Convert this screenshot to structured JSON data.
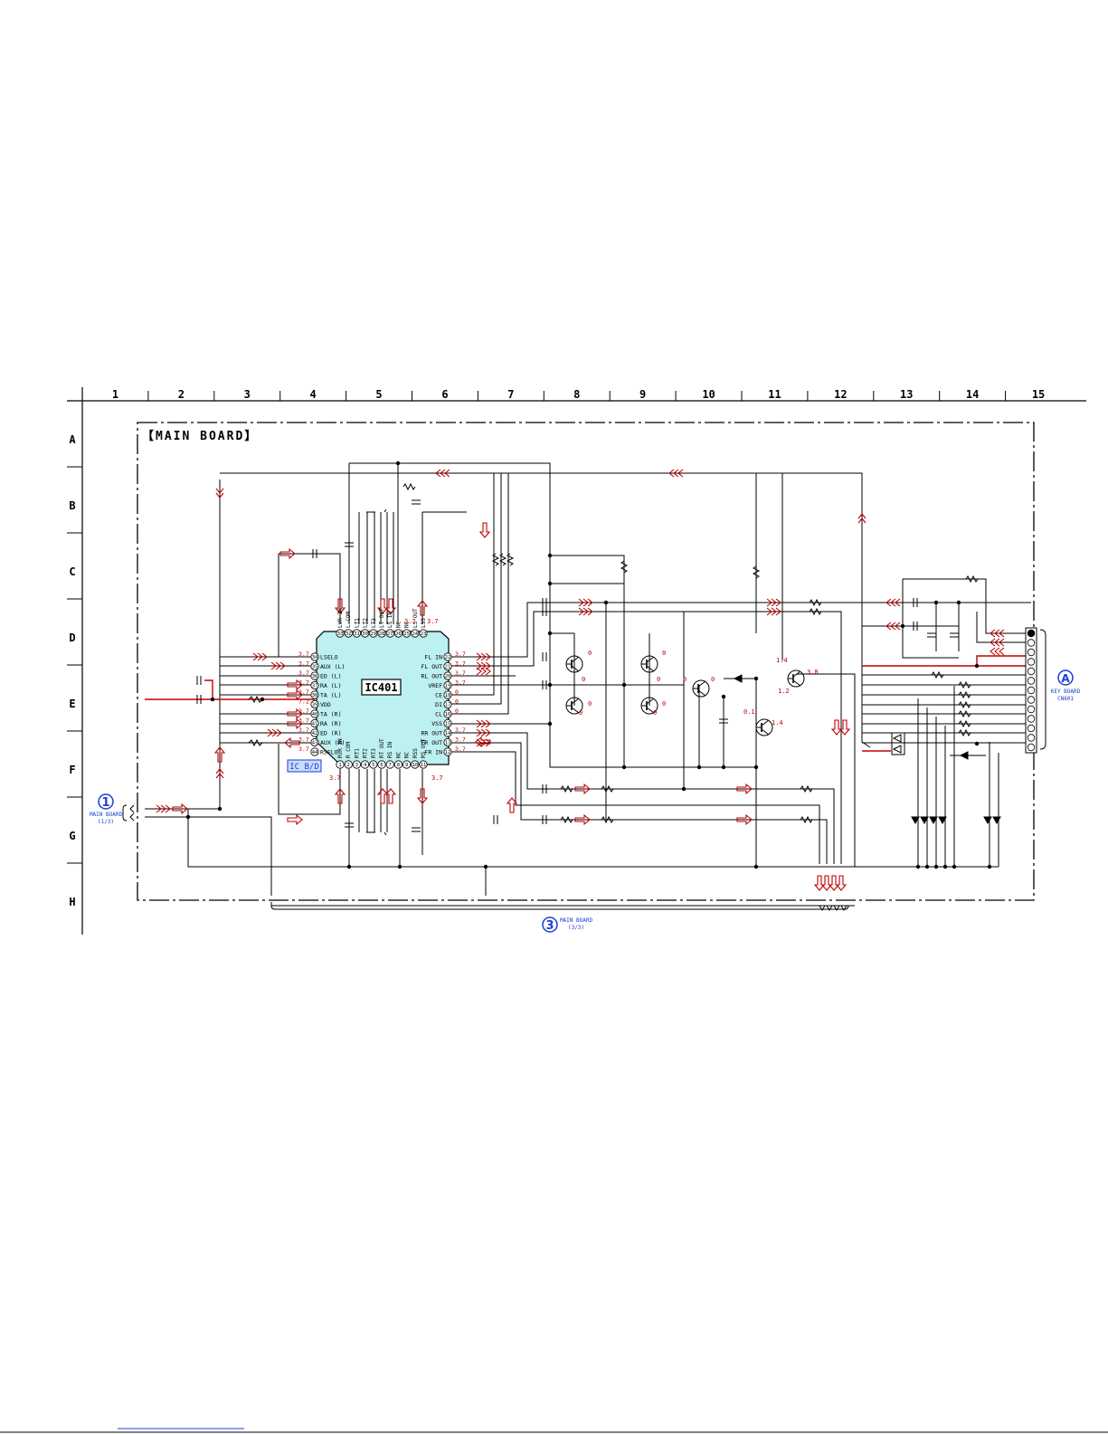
{
  "board_title": "【MAIN BOARD】",
  "grid": {
    "columns": [
      "1",
      "2",
      "3",
      "4",
      "5",
      "6",
      "7",
      "8",
      "9",
      "10",
      "11",
      "12",
      "13",
      "14",
      "15"
    ],
    "rows": [
      "A",
      "B",
      "C",
      "D",
      "E",
      "F",
      "G",
      "H"
    ]
  },
  "ic": {
    "ref": "IC401",
    "tag": "IC B/D",
    "left_pins": [
      {
        "num": "34",
        "name": "LSELO",
        "v": "3.7"
      },
      {
        "num": "35",
        "name": "AUX (L)",
        "v": "3.7"
      },
      {
        "num": "36",
        "name": "ED (L)",
        "v": "3.7"
      },
      {
        "num": "37",
        "name": "RA (L)",
        "v": "3.7"
      },
      {
        "num": "38",
        "name": "TA (L)",
        "v": "3.7"
      },
      {
        "num": "39",
        "name": "VDD",
        "v": "7.2"
      },
      {
        "num": "40",
        "name": "TA (R)",
        "v": "3.7"
      },
      {
        "num": "41",
        "name": "RA (R)",
        "v": "3.7"
      },
      {
        "num": "42",
        "name": "ED (R)",
        "v": "3.7"
      },
      {
        "num": "43",
        "name": "AUX (R)",
        "v": "3.7"
      },
      {
        "num": "44",
        "name": "RSELO",
        "v": "3.7"
      }
    ],
    "right_pins": [
      {
        "num": "22",
        "name": "FL IN",
        "v": "3.7"
      },
      {
        "num": "21",
        "name": "FL OUT",
        "v": "3.7"
      },
      {
        "num": "20",
        "name": "RL OUT",
        "v": "3.7"
      },
      {
        "num": "19",
        "name": "VREF",
        "v": "3.7"
      },
      {
        "num": "18",
        "name": "CE",
        "v": "0"
      },
      {
        "num": "17",
        "name": "DI",
        "v": "0"
      },
      {
        "num": "16",
        "name": "CL",
        "v": "0"
      },
      {
        "num": "15",
        "name": "VSS",
        "v": ""
      },
      {
        "num": "14",
        "name": "RR OUT",
        "v": "3.7"
      },
      {
        "num": "13",
        "name": "FR OUT",
        "v": "3.7"
      },
      {
        "num": "12",
        "name": "FR IN",
        "v": "3.7"
      }
    ],
    "top_pins": [
      {
        "num": "33",
        "name": "LVR IN"
      },
      {
        "num": "32",
        "name": "L COM"
      },
      {
        "num": "31",
        "name": "LT1"
      },
      {
        "num": "30",
        "name": "LT2"
      },
      {
        "num": "29",
        "name": "LT3"
      },
      {
        "num": "28",
        "name": "LT OUT"
      },
      {
        "num": "27",
        "name": "LS IN"
      },
      {
        "num": "26",
        "name": "NC"
      },
      {
        "num": "25",
        "name": "NC"
      },
      {
        "num": "24",
        "name": "LS OUT"
      },
      {
        "num": "23",
        "name": "LSS"
      }
    ],
    "bottom_pins": [
      {
        "num": "1",
        "name": "RVR IN"
      },
      {
        "num": "2",
        "name": "R COM"
      },
      {
        "num": "3",
        "name": "RT1"
      },
      {
        "num": "4",
        "name": "RT2"
      },
      {
        "num": "5",
        "name": "RT3"
      },
      {
        "num": "6",
        "name": "RT OUT"
      },
      {
        "num": "7",
        "name": "RS IN"
      },
      {
        "num": "8",
        "name": "NC"
      },
      {
        "num": "9",
        "name": "NC"
      },
      {
        "num": "10",
        "name": "RSS"
      },
      {
        "num": "11",
        "name": "RS OUT"
      }
    ],
    "top_volt_a": "3.7",
    "top_volt_b": "3.7",
    "bottom_volt_a": "3.7",
    "bottom_volt_b": "3.7"
  },
  "transistor_volts": {
    "q1": "0",
    "q2": "0",
    "q3": "0",
    "q4": "0",
    "q5": "0",
    "q6": "0",
    "q7": "0",
    "q8": "0",
    "q9a": "0",
    "q9b": "0",
    "q10_b": "1.4",
    "q10_e": "3.8",
    "q10_c": "1.2",
    "q11_b": "0.1",
    "q11_e": "1.4"
  },
  "connectors": {
    "c1": {
      "mark": "1",
      "line1": "MAIN BOARD",
      "line2": "(1/3)"
    },
    "c3": {
      "mark": "3",
      "line1": "MAIN BOARD",
      "line2": "(3/3)"
    },
    "cA": {
      "mark": "A",
      "line1": "KEY BOARD",
      "line2": "CN601"
    }
  },
  "colors": {
    "ic_fill": "#bdf0f0",
    "accent_red": "#c00000",
    "connector_blue": "#1a3fd0",
    "line": "#000000"
  }
}
